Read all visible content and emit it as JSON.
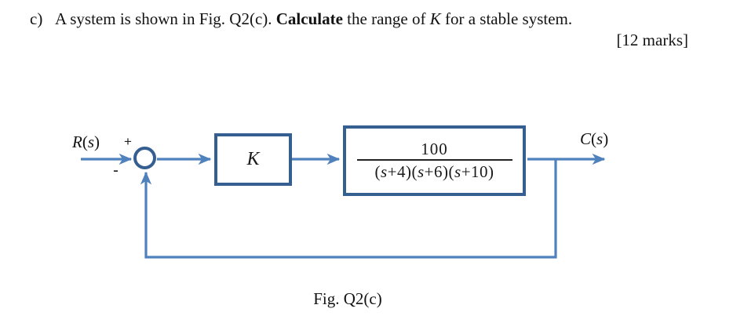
{
  "question": {
    "item_label": "c)",
    "text_before": "A system is shown in Fig. Q2(c). ",
    "bold_verb": "Calculate",
    "text_middle": " the range of ",
    "variable": "K",
    "text_after": " for a stable system.",
    "marks": "[12 marks]"
  },
  "diagram": {
    "input_label": "R(s)",
    "output_label": "C(s)",
    "sum_plus": "+",
    "sum_minus": "-",
    "gain_label": "K",
    "plant_numerator": "100",
    "plant_denominator": "(s+4)(s+6)(s+10)",
    "colors": {
      "connector_line": "#4F81BD",
      "block_border": "#365F91",
      "text": "#131313"
    }
  },
  "figure": {
    "caption": "Fig. Q2(c)"
  }
}
